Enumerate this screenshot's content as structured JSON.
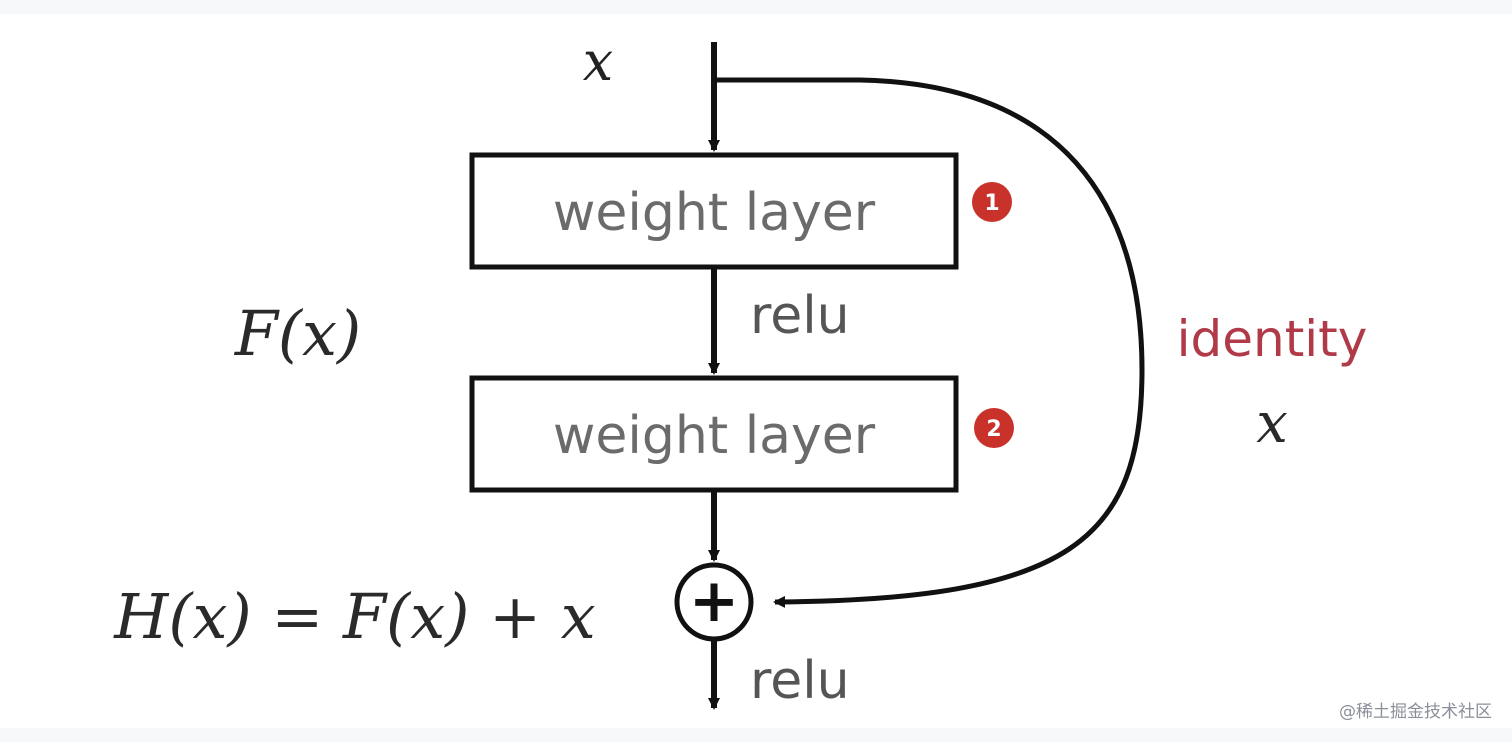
{
  "diagram": {
    "input_label": "x",
    "layer1_label": "weight layer",
    "layer2_label": "weight layer",
    "relu_mid_label": "relu",
    "relu_out_label": "relu",
    "fx_label": "F(x)",
    "equation_label": "H(x) = F(x) + x",
    "identity_label": "identity",
    "identity_x_label": "x",
    "plus_symbol": "+",
    "badge1": "1",
    "badge2": "2"
  },
  "watermark": "@稀土掘金技术社区",
  "colors": {
    "badge": "#c8322b",
    "identity": "#b03a48",
    "box_text": "#6b6b6b",
    "stroke": "#111111"
  }
}
